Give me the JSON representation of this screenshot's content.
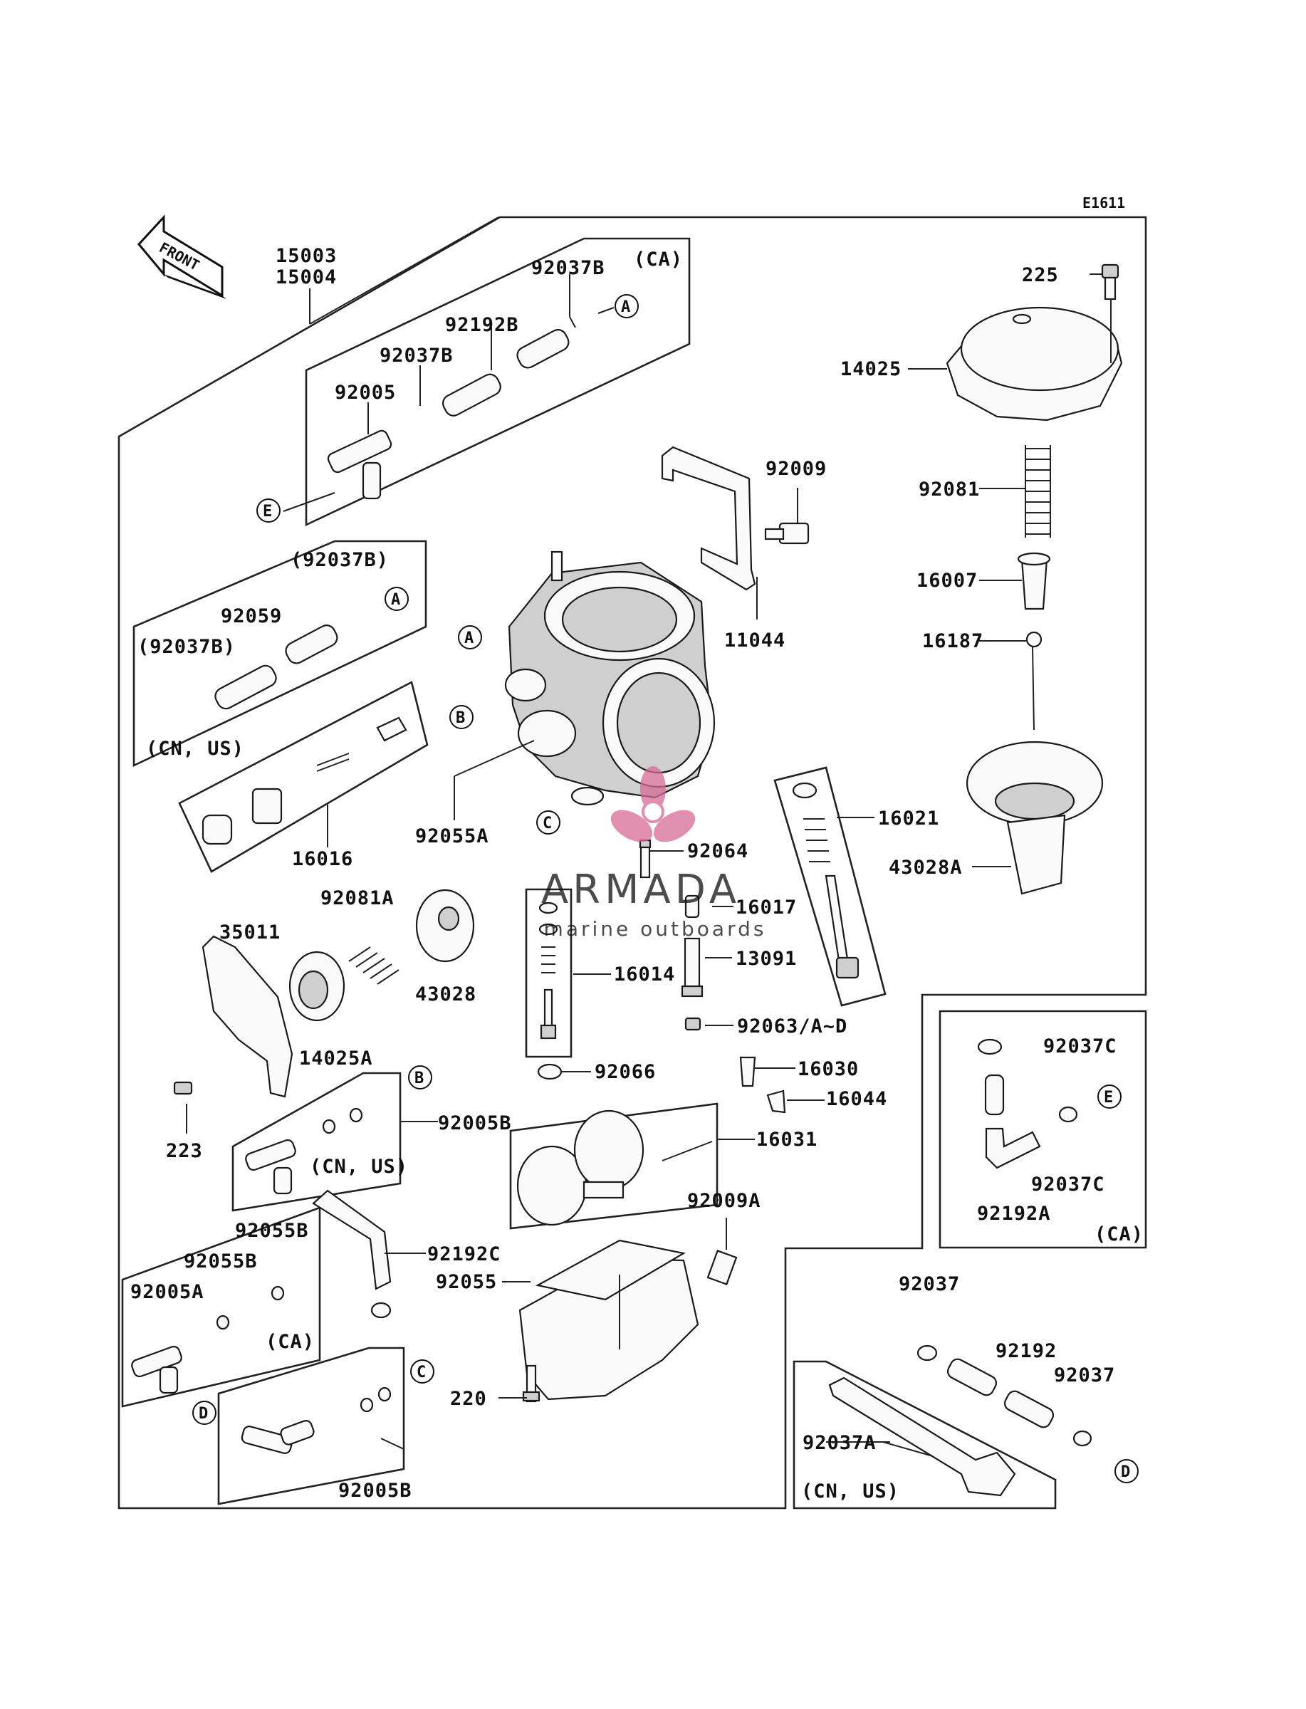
{
  "diagram": {
    "ref_code": "E1611",
    "front_label": "FRONT",
    "part_labels": {
      "p15003": "15003",
      "p15004": "15004",
      "p92037b_1": "92037B",
      "ca_1": "(CA)",
      "p92192b": "92192B",
      "p92037b_2": "92037B",
      "p92005": "92005",
      "p225": "225",
      "p14025": "14025",
      "p92009": "92009",
      "p92081": "92081",
      "p92037b_3": "(92037B)",
      "p92059": "92059",
      "p92037b_4": "(92037B)",
      "cnus_1": "(CN, US)",
      "p16007": "16007",
      "p11044": "11044",
      "p16187": "16187",
      "p92055a": "92055A",
      "p16016": "16016",
      "p16021": "16021",
      "p92064": "92064",
      "p43028a": "43028A",
      "p92081a": "92081A",
      "p35011": "35011",
      "p16017": "16017",
      "p13091": "13091",
      "p16014": "16014",
      "p43028": "43028",
      "p14025a": "14025A",
      "p92063": "92063/A~D",
      "p92037c_1": "92037C",
      "p16030": "16030",
      "p92066": "92066",
      "p223": "223",
      "p92005b_1": "92005B",
      "p16044": "16044",
      "cnus_2": "(CN, US)",
      "p16031": "16031",
      "p92037c_2": "92037C",
      "p92192a": "92192A",
      "ca_2": "(CA)",
      "p92009a": "92009A",
      "p92055b_1": "92055B",
      "p92055b_2": "92055B",
      "p92192c": "92192C",
      "p92005a": "92005A",
      "p92055": "92055",
      "ca_3": "(CA)",
      "p92037_1": "92037",
      "p92192": "92192",
      "p92037_2": "92037",
      "p220": "220",
      "p92037a": "92037A",
      "cnus_3": "(CN, US)",
      "p92005b_2": "92005B"
    },
    "ref_circles": {
      "a": "A",
      "b": "B",
      "c": "C",
      "d": "D",
      "e": "E"
    }
  },
  "watermark": {
    "brand": "ARMADA",
    "tagline": "marine outboards",
    "color": "#d66b93"
  }
}
